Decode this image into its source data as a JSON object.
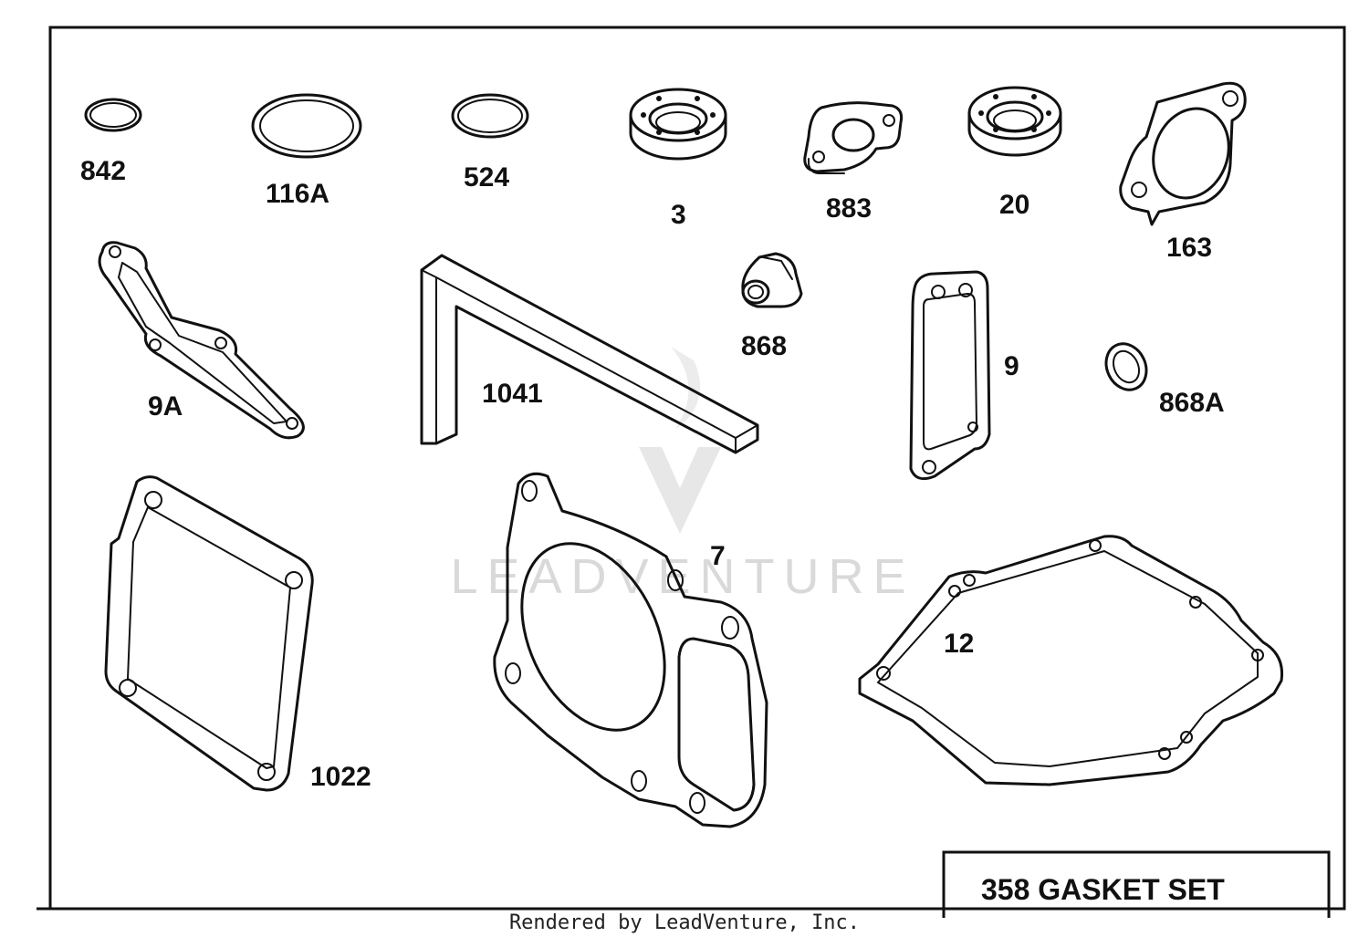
{
  "diagram": {
    "parts": [
      {
        "id": "p842",
        "label": "842"
      },
      {
        "id": "p116a",
        "label": "116A"
      },
      {
        "id": "p524",
        "label": "524"
      },
      {
        "id": "p3",
        "label": "3"
      },
      {
        "id": "p883",
        "label": "883"
      },
      {
        "id": "p20",
        "label": "20"
      },
      {
        "id": "p163",
        "label": "163"
      },
      {
        "id": "p9a",
        "label": "9A"
      },
      {
        "id": "p1041",
        "label": "1041"
      },
      {
        "id": "p868",
        "label": "868"
      },
      {
        "id": "p9",
        "label": "9"
      },
      {
        "id": "p868a",
        "label": "868A"
      },
      {
        "id": "p1022",
        "label": "1022"
      },
      {
        "id": "p7",
        "label": "7"
      },
      {
        "id": "p12",
        "label": "12"
      }
    ],
    "title_box": {
      "text": "358 GASKET SET"
    },
    "watermark": {
      "text": "LEADVENTURE"
    },
    "footer": {
      "text": "Rendered by LeadVenture, Inc."
    }
  },
  "colors": {
    "line": "#111111",
    "background": "#ffffff",
    "watermark": "#d9d9d9"
  }
}
